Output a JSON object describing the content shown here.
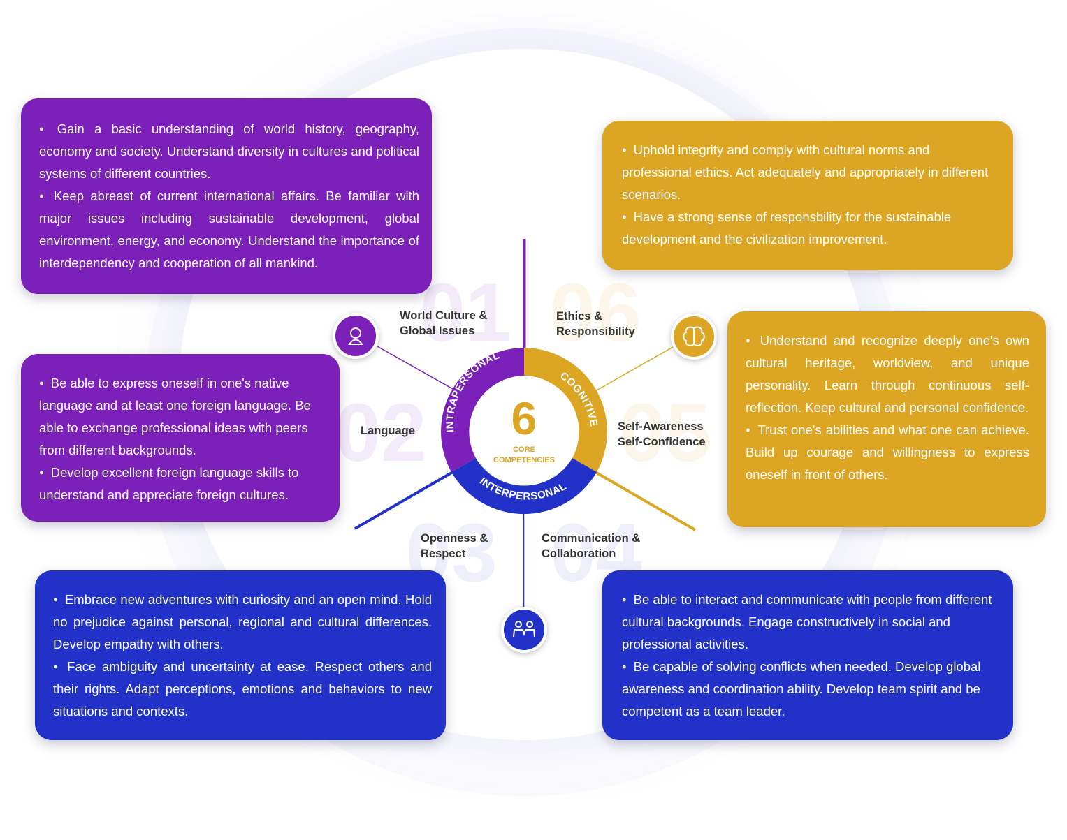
{
  "center": {
    "number": "6",
    "line1": "CORE",
    "line2": "COMPETENCIES"
  },
  "ring_labels": {
    "intrapersonal": "INTRAPERSONAL",
    "cognitive": "COGNITIVE",
    "interpersonal": "INTERPERSONAL"
  },
  "colors": {
    "purple": "#7b20b8",
    "gold": "#dca624",
    "blue": "#2231c7"
  },
  "icons": {
    "world_culture": "person-bust-icon",
    "ethics": "brain-icon",
    "communication": "two-people-icon"
  },
  "competencies": [
    {
      "number": "01",
      "name_line1": "World Culture &",
      "name_line2": "Global Issues",
      "bullets": [
        "Gain a basic understanding of world history, geography, economy and society. Understand diversity in cultures and political systems of different countries.",
        "Keep abreast of current international affairs. Be familiar with major issues including sustainable development, global environment, energy, and economy. Understand the importance of interdependency and cooperation of all mankind."
      ]
    },
    {
      "number": "02",
      "name_line1": "Language",
      "name_line2": "",
      "bullets": [
        "Be able to express oneself in one's native language and at least one foreign language. Be able to exchange professional ideas with peers from different backgrounds.",
        "Develop excellent foreign language skills to understand and appreciate foreign cultures."
      ]
    },
    {
      "number": "03",
      "name_line1": "Openness &",
      "name_line2": "Respect",
      "bullets": [
        "Embrace new adventures with curiosity and an open mind. Hold no prejudice against personal, regional and cultural differences. Develop empathy with others.",
        "Face ambiguity and uncertainty at ease. Respect others and their rights. Adapt perceptions, emotions and behaviors to new situations and contexts."
      ]
    },
    {
      "number": "04",
      "name_line1": "Communication &",
      "name_line2": "Collaboration",
      "bullets": [
        "Be able to interact and communicate with people from different cultural backgrounds. Engage constructively in social and professional activities.",
        "Be capable of solving conflicts when needed. Develop global awareness and coordination ability. Develop team spirit and be competent as a team leader."
      ]
    },
    {
      "number": "05",
      "name_line1": "Self-Awareness",
      "name_line2": "Self-Confidence",
      "bullets": [
        "Understand and recognize deeply one's own cultural heritage, worldview, and unique personality. Learn through continuous self-reflection. Keep cultural and personal confidence.",
        "Trust one's abilities and what one can achieve. Build up courage and willingness to express oneself in front of others."
      ]
    },
    {
      "number": "06",
      "name_line1": "Ethics &",
      "name_line2": "Responsibility",
      "bullets": [
        "Uphold integrity and comply with cultural norms and professional ethics. Act adequately and appropriately in different scenarios.",
        "Have a strong sense of responsbility for the sustainable development and the civilization improvement."
      ]
    }
  ]
}
